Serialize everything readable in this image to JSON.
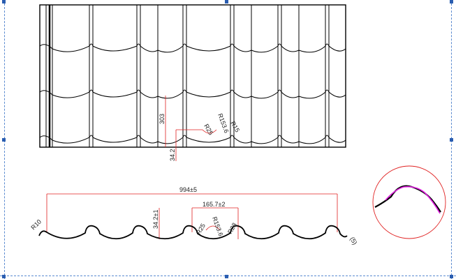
{
  "drawing": {
    "top_view": {
      "height_label": "303",
      "step_label": "34.2",
      "radius_label_1": "R153.6",
      "radius_label_2": "R25",
      "radius_label_3": "R15"
    },
    "section_view": {
      "overall_width_label": "994±5",
      "pitch_label": "165.7±2",
      "height_label": "34.2±1",
      "left_radius_label": "R10",
      "radius_label_a": "R25",
      "radius_label_b": "R153.6",
      "radius_label_c": "R28",
      "end_label": "(5)"
    },
    "detail_view": {
      "name": "detail"
    },
    "colors": {
      "line": "#000000",
      "dimension": "#e02020",
      "highlight": "#e020e0",
      "guide": "#5a8ad0",
      "handle": "#2a5db0"
    }
  }
}
